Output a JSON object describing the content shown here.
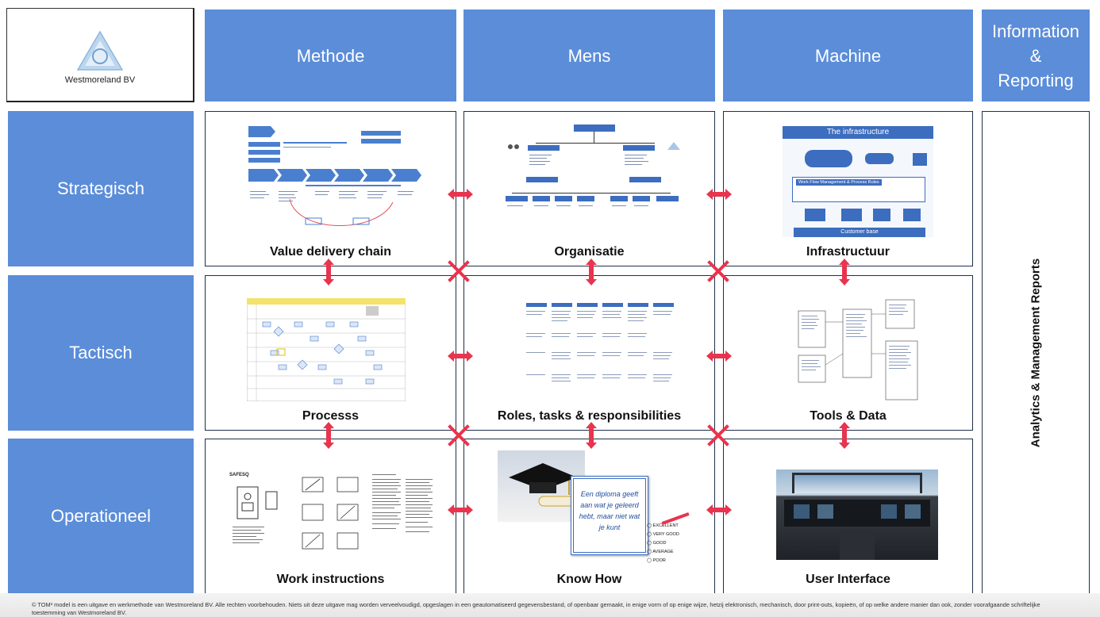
{
  "company": {
    "name": "Westmoreland BV"
  },
  "columns": {
    "methode": "Methode",
    "mens": "Mens",
    "machine": "Machine"
  },
  "info_reporting": {
    "line1": "Information",
    "line2": "&",
    "line3": "Reporting"
  },
  "rows": {
    "strategisch": "Strategisch",
    "tactisch": "Tactisch",
    "operationeel": "Operationeel"
  },
  "cells": {
    "value_delivery_chain": "Value delivery chain",
    "organisatie": "Organisatie",
    "infrastructuur": "Infrastructuur",
    "processs": "Processs",
    "roles": "Roles, tasks & responsibilities",
    "tools_data": "Tools & Data",
    "work_instructions": "Work instructions",
    "know_how": "Know How",
    "user_interface": "User Interface"
  },
  "analytics": "Analytics & Management Reports",
  "thumbs": {
    "infra_title": "The infrastructure",
    "infra_wfm": "Work Flow Management & Process Rules",
    "infra_customer": "Customer base",
    "diploma": "Een diploma geeft aan wat je geleerd hebt, maar niet wat je kunt",
    "ratings": [
      "EXCELLENT",
      "VERY GOOD",
      "GOOD",
      "AVERAGE",
      "POOR"
    ],
    "safe_brand": "SAFESQ"
  },
  "footer": "© TOM³ model is een uitgave en werkmethode van Westmoreland BV. Alle rechten voorbehouden. Niets uit deze uitgave mag worden verveelvoudigd, opgeslagen in een geautomatiseerd gegevensbestand, of openbaar gemaakt, in enige vorm of op enige wijze, hetzij elektronisch, mechanisch, door print-outs, kopieën, of op welke andere manier dan ook, zonder voorafgaande schriftelijke toestemming van Westmoreland BV.",
  "colors": {
    "header_blue": "#5b8dd9",
    "arrow_red": "#e8344e",
    "panel_border": "#1f2f4a"
  }
}
